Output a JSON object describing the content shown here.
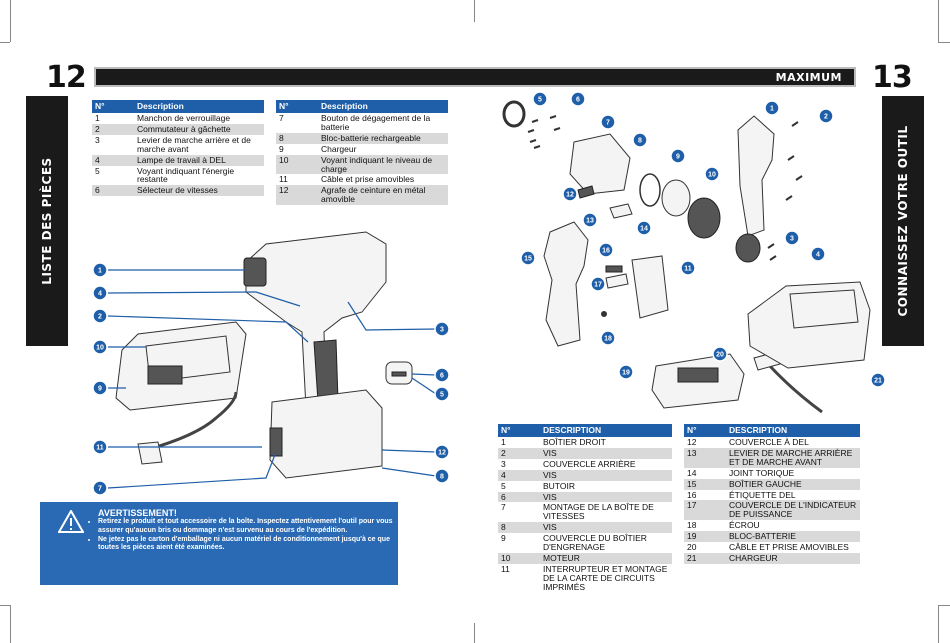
{
  "left_page_number": "12",
  "right_page_number": "13",
  "brand": "MAXIMUM",
  "left_side_tab": "LISTE DES PIÈCES",
  "right_side_tab": "CONNAISSEZ VOTRE OUTIL",
  "top_table_headers": {
    "no": "N°",
    "desc": "Description"
  },
  "top_table_a": [
    {
      "no": "1",
      "desc": "Manchon de verrouillage"
    },
    {
      "no": "2",
      "desc": "Commutateur à gâchette"
    },
    {
      "no": "3",
      "desc": "Levier de marche arrière et de marche avant"
    },
    {
      "no": "4",
      "desc": "Lampe de travail à DEL"
    },
    {
      "no": "5",
      "desc": "Voyant indiquant l'énergie restante"
    },
    {
      "no": "6",
      "desc": "Sélecteur de vitesses"
    }
  ],
  "top_table_b": [
    {
      "no": "7",
      "desc": "Bouton de dégagement de la batterie"
    },
    {
      "no": "8",
      "desc": "Bloc-batterie rechargeable"
    },
    {
      "no": "9",
      "desc": "Chargeur"
    },
    {
      "no": "10",
      "desc": "Voyant indiquant le niveau de charge"
    },
    {
      "no": "11",
      "desc": "Câble et prise amovibles"
    },
    {
      "no": "12",
      "desc": "Agrafe de ceinture en métal amovible"
    }
  ],
  "bottom_table_headers": {
    "no": "N°",
    "desc": "DESCRIPTION"
  },
  "bottom_table_a": [
    {
      "no": "1",
      "desc": "BOÎTIER DROIT"
    },
    {
      "no": "2",
      "desc": "VIS"
    },
    {
      "no": "3",
      "desc": "COUVERCLE ARRIÈRE"
    },
    {
      "no": "4",
      "desc": "VIS"
    },
    {
      "no": "5",
      "desc": "BUTOIR"
    },
    {
      "no": "6",
      "desc": "VIS"
    },
    {
      "no": "7",
      "desc": "MONTAGE DE LA BOÎTE DE VITESSES"
    },
    {
      "no": "8",
      "desc": "VIS"
    },
    {
      "no": "9",
      "desc": "COUVERCLE DU BOÎTIER D'ENGRENAGE"
    },
    {
      "no": "10",
      "desc": "MOTEUR"
    },
    {
      "no": "11",
      "desc": "INTERRUPTEUR ET MONTAGE DE LA CARTE DE CIRCUITS IMPRIMÉS"
    }
  ],
  "bottom_table_b": [
    {
      "no": "12",
      "desc": "COUVERCLE À DEL"
    },
    {
      "no": "13",
      "desc": "LEVIER DE MARCHE ARRIÈRE ET DE MARCHE AVANT"
    },
    {
      "no": "14",
      "desc": "JOINT TORIQUE"
    },
    {
      "no": "15",
      "desc": "BOÎTIER GAUCHE"
    },
    {
      "no": "16",
      "desc": "ÉTIQUETTE DEL"
    },
    {
      "no": "17",
      "desc": "COUVERCLE DE L'INDICATEUR DE PUISSANCE"
    },
    {
      "no": "18",
      "desc": "ÉCROU"
    },
    {
      "no": "19",
      "desc": "BLOC-BATTERIE"
    },
    {
      "no": "20",
      "desc": "CÂBLE ET PRISE AMOVIBLES"
    },
    {
      "no": "21",
      "desc": "CHARGEUR"
    }
  ],
  "warning": {
    "title": "AVERTISSEMENT!",
    "items": [
      "Retirez le produit et tout accessoire de la boîte. Inspectez attentivement l'outil pour vous assurer qu'aucun bris ou dommage n'est survenu au cours de l'expédition.",
      "Ne jetez pas le carton d'emballage ni aucun matériel de conditionnement jusqu'à ce que toutes les pièces aient été examinées."
    ]
  },
  "left_callouts": [
    "1",
    "4",
    "2",
    "3",
    "10",
    "9",
    "6",
    "5",
    "11",
    "12",
    "8",
    "7"
  ],
  "right_callouts": [
    "5",
    "6",
    "7",
    "8",
    "1",
    "2",
    "9",
    "10",
    "12",
    "13",
    "14",
    "16",
    "15",
    "17",
    "11",
    "18",
    "3",
    "4",
    "19",
    "20",
    "21"
  ],
  "accent_color": "#1f5ea8"
}
